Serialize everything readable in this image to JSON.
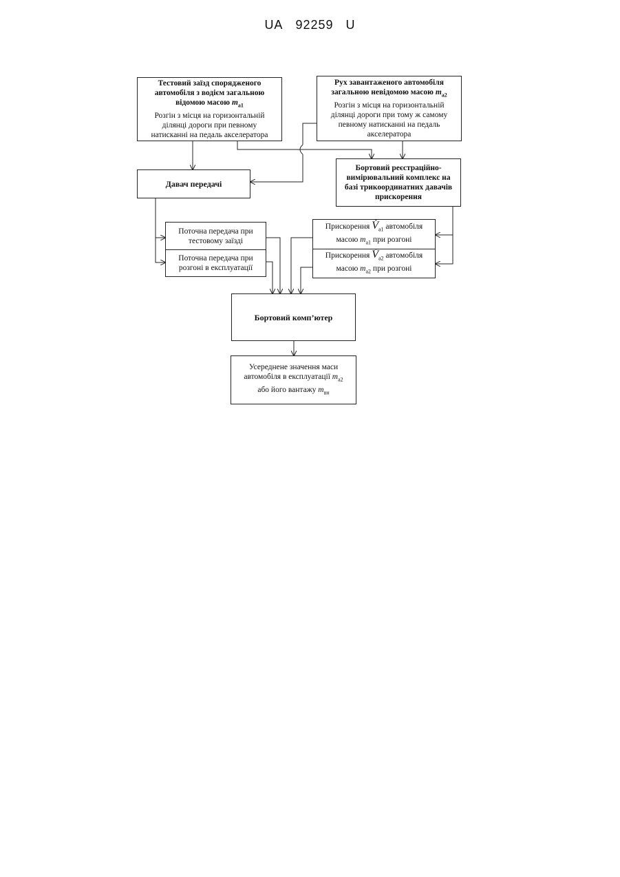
{
  "header": {
    "country": "UA",
    "number": "92259",
    "kind": "U"
  },
  "boxes": {
    "test": {
      "title_1": "Тестовий заїзд спорядженого",
      "title_2": "автомобіля з водієм загальною",
      "title_3": "відомою масою ",
      "mass": "m",
      "mass_sub": "a1",
      "desc_1": "Розгін з місця на горизонтальній",
      "desc_2": "ділянці дороги при певному",
      "desc_3": "натисканні на педаль акселератора"
    },
    "loaded": {
      "title_1": "Рух завантаженого автомобіля",
      "title_2": "загальною невідомою масою ",
      "mass": "m",
      "mass_sub": "a2",
      "desc_1": "Розгін з місця на горизонтальній",
      "desc_2": "ділянці дороги при тому ж самому",
      "desc_3": "певному натисканні на педаль",
      "desc_4": "акселератора"
    },
    "recorder": {
      "line_1": "Бортовий реєстраційно-",
      "line_2": "вимірювальний комплекс на",
      "line_3": "базі трикоординатних давачів",
      "line_4": "прискорення"
    },
    "gear_sensor": {
      "label": "Давач передачі"
    },
    "gear_test": {
      "line_1": "Поточна передача при",
      "line_2": "тестовому заїзді"
    },
    "gear_run": {
      "line_1": "Поточна передача при",
      "line_2": "розгоні в експлуатації"
    },
    "accel_1": {
      "prefix": "Прискорення ",
      "symbol": "V",
      "sym_sub": "a1",
      "suffix": " автомобіля",
      "line_2_pre": "масою ",
      "mass": "m",
      "mass_sub": "a1",
      "line_2_post": " при розгоні"
    },
    "accel_2": {
      "prefix": "Прискорення ",
      "symbol": "V",
      "sym_sub": "a2",
      "suffix": " автомобіля",
      "line_2_pre": "масою ",
      "mass": "m",
      "mass_sub": "a2",
      "line_2_post": " при розгоні"
    },
    "computer": {
      "label": "Бортовий комп’ютер"
    },
    "result": {
      "line_1": "Усереднене значення маси",
      "line_2": "автомобіля в експлуатації ",
      "mass": "m",
      "mass_sub": "a2",
      "line_3": "або його вантажу ",
      "cargo": "m",
      "cargo_sub": "вн"
    }
  }
}
